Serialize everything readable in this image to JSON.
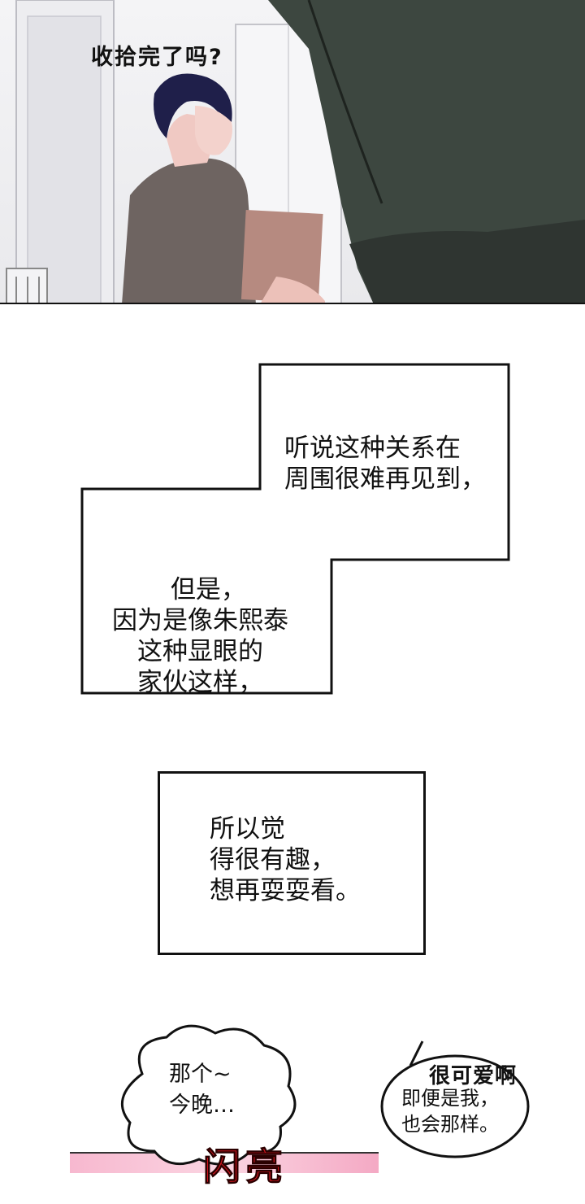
{
  "panel_top": {
    "speech": "收拾完了吗?"
  },
  "narration_1": {
    "lines": "听说这种关系在\n周围很难再见到，",
    "lines2": "但是，\n因为是像朱熙泰\n这种显眼的\n家伙这样，"
  },
  "narration_2": {
    "lines": "所以觉\n得很有趣，\n想再耍耍看。"
  },
  "bottom": {
    "left_bubble": "那个~\n今晚…",
    "sfx": "很可爱啊",
    "right_bubble": "即便是我，\n也会那样。",
    "red_text": "闪亮"
  },
  "colors": {
    "ink": "#111111",
    "pink": "#f7b8cf",
    "red": "#d8161f"
  }
}
